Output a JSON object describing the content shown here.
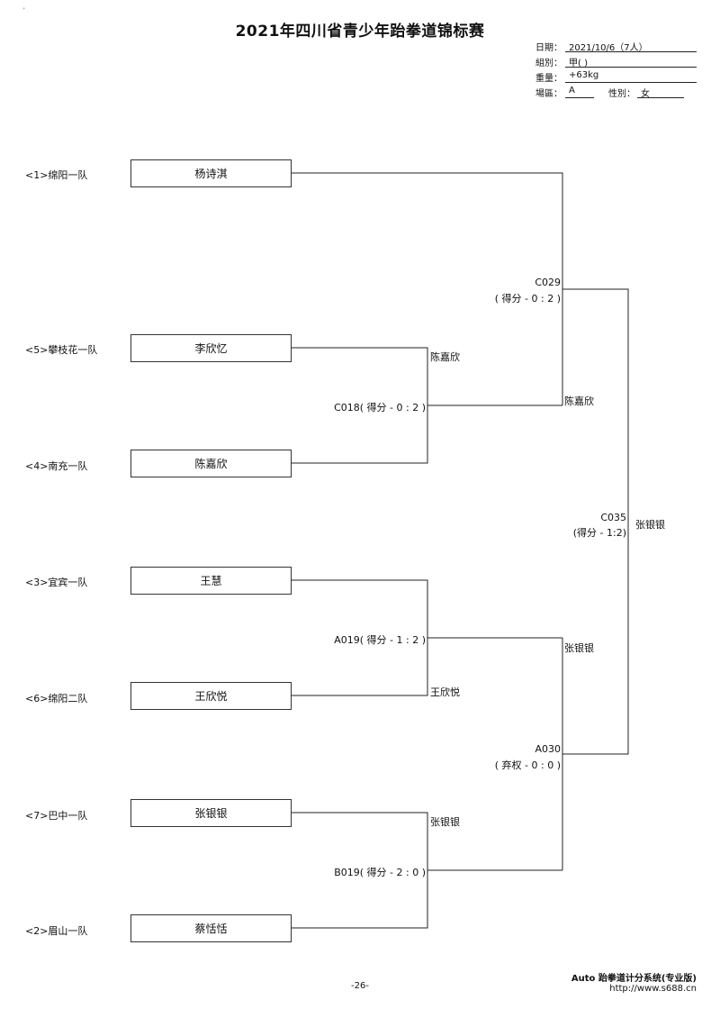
{
  "title": "2021年四川省青少年跆拳道锦标赛",
  "corner_mark": "'",
  "meta": {
    "date_label": "日期：",
    "date_value": "2021/10/6（7人）",
    "group_label": "組別：",
    "group_value": "甲( )",
    "weight_label": "重量：",
    "weight_value": "+63kg",
    "venue_label": "場區：",
    "venue_value": "A",
    "gender_label": "性別：",
    "gender_value": "女"
  },
  "competitors": [
    {
      "team": "<1>绵阳一队",
      "name": "杨诗淇"
    },
    {
      "team": "<5>攀枝花一队",
      "name": "李欣忆"
    },
    {
      "team": "<4>南充一队",
      "name": "陈嘉欣"
    },
    {
      "team": "<3>宜宾一队",
      "name": "王慧"
    },
    {
      "team": "<6>绵阳二队",
      "name": "王欣悦"
    },
    {
      "team": "<7>巴中一队",
      "name": "张银银"
    },
    {
      "team": "<2>眉山一队",
      "name": "蔡恬恬"
    }
  ],
  "round1": [
    {
      "code": "C018( 得分 - 0 : 2 )",
      "winner": "陈嘉欣"
    },
    {
      "code": "A019( 得分 - 1 : 2 )",
      "winner": "王欣悦"
    },
    {
      "code": "B019( 得分 - 2 : 0 )",
      "winner": "张银银"
    }
  ],
  "round2": [
    {
      "code": "C029",
      "score": "( 得分 - 0 : 2 )",
      "winner": "陈嘉欣"
    },
    {
      "code": "A030",
      "score": "( 弃权 - 0 : 0 )",
      "winner": "张银银"
    }
  ],
  "final": {
    "code": "C035",
    "score": "(得分 - 1:2)",
    "winner": "张银银"
  },
  "footer": {
    "page": "-26-",
    "software": "Auto 跆拳道计分系统(专业版)",
    "url": "http://www.s688.cn"
  }
}
